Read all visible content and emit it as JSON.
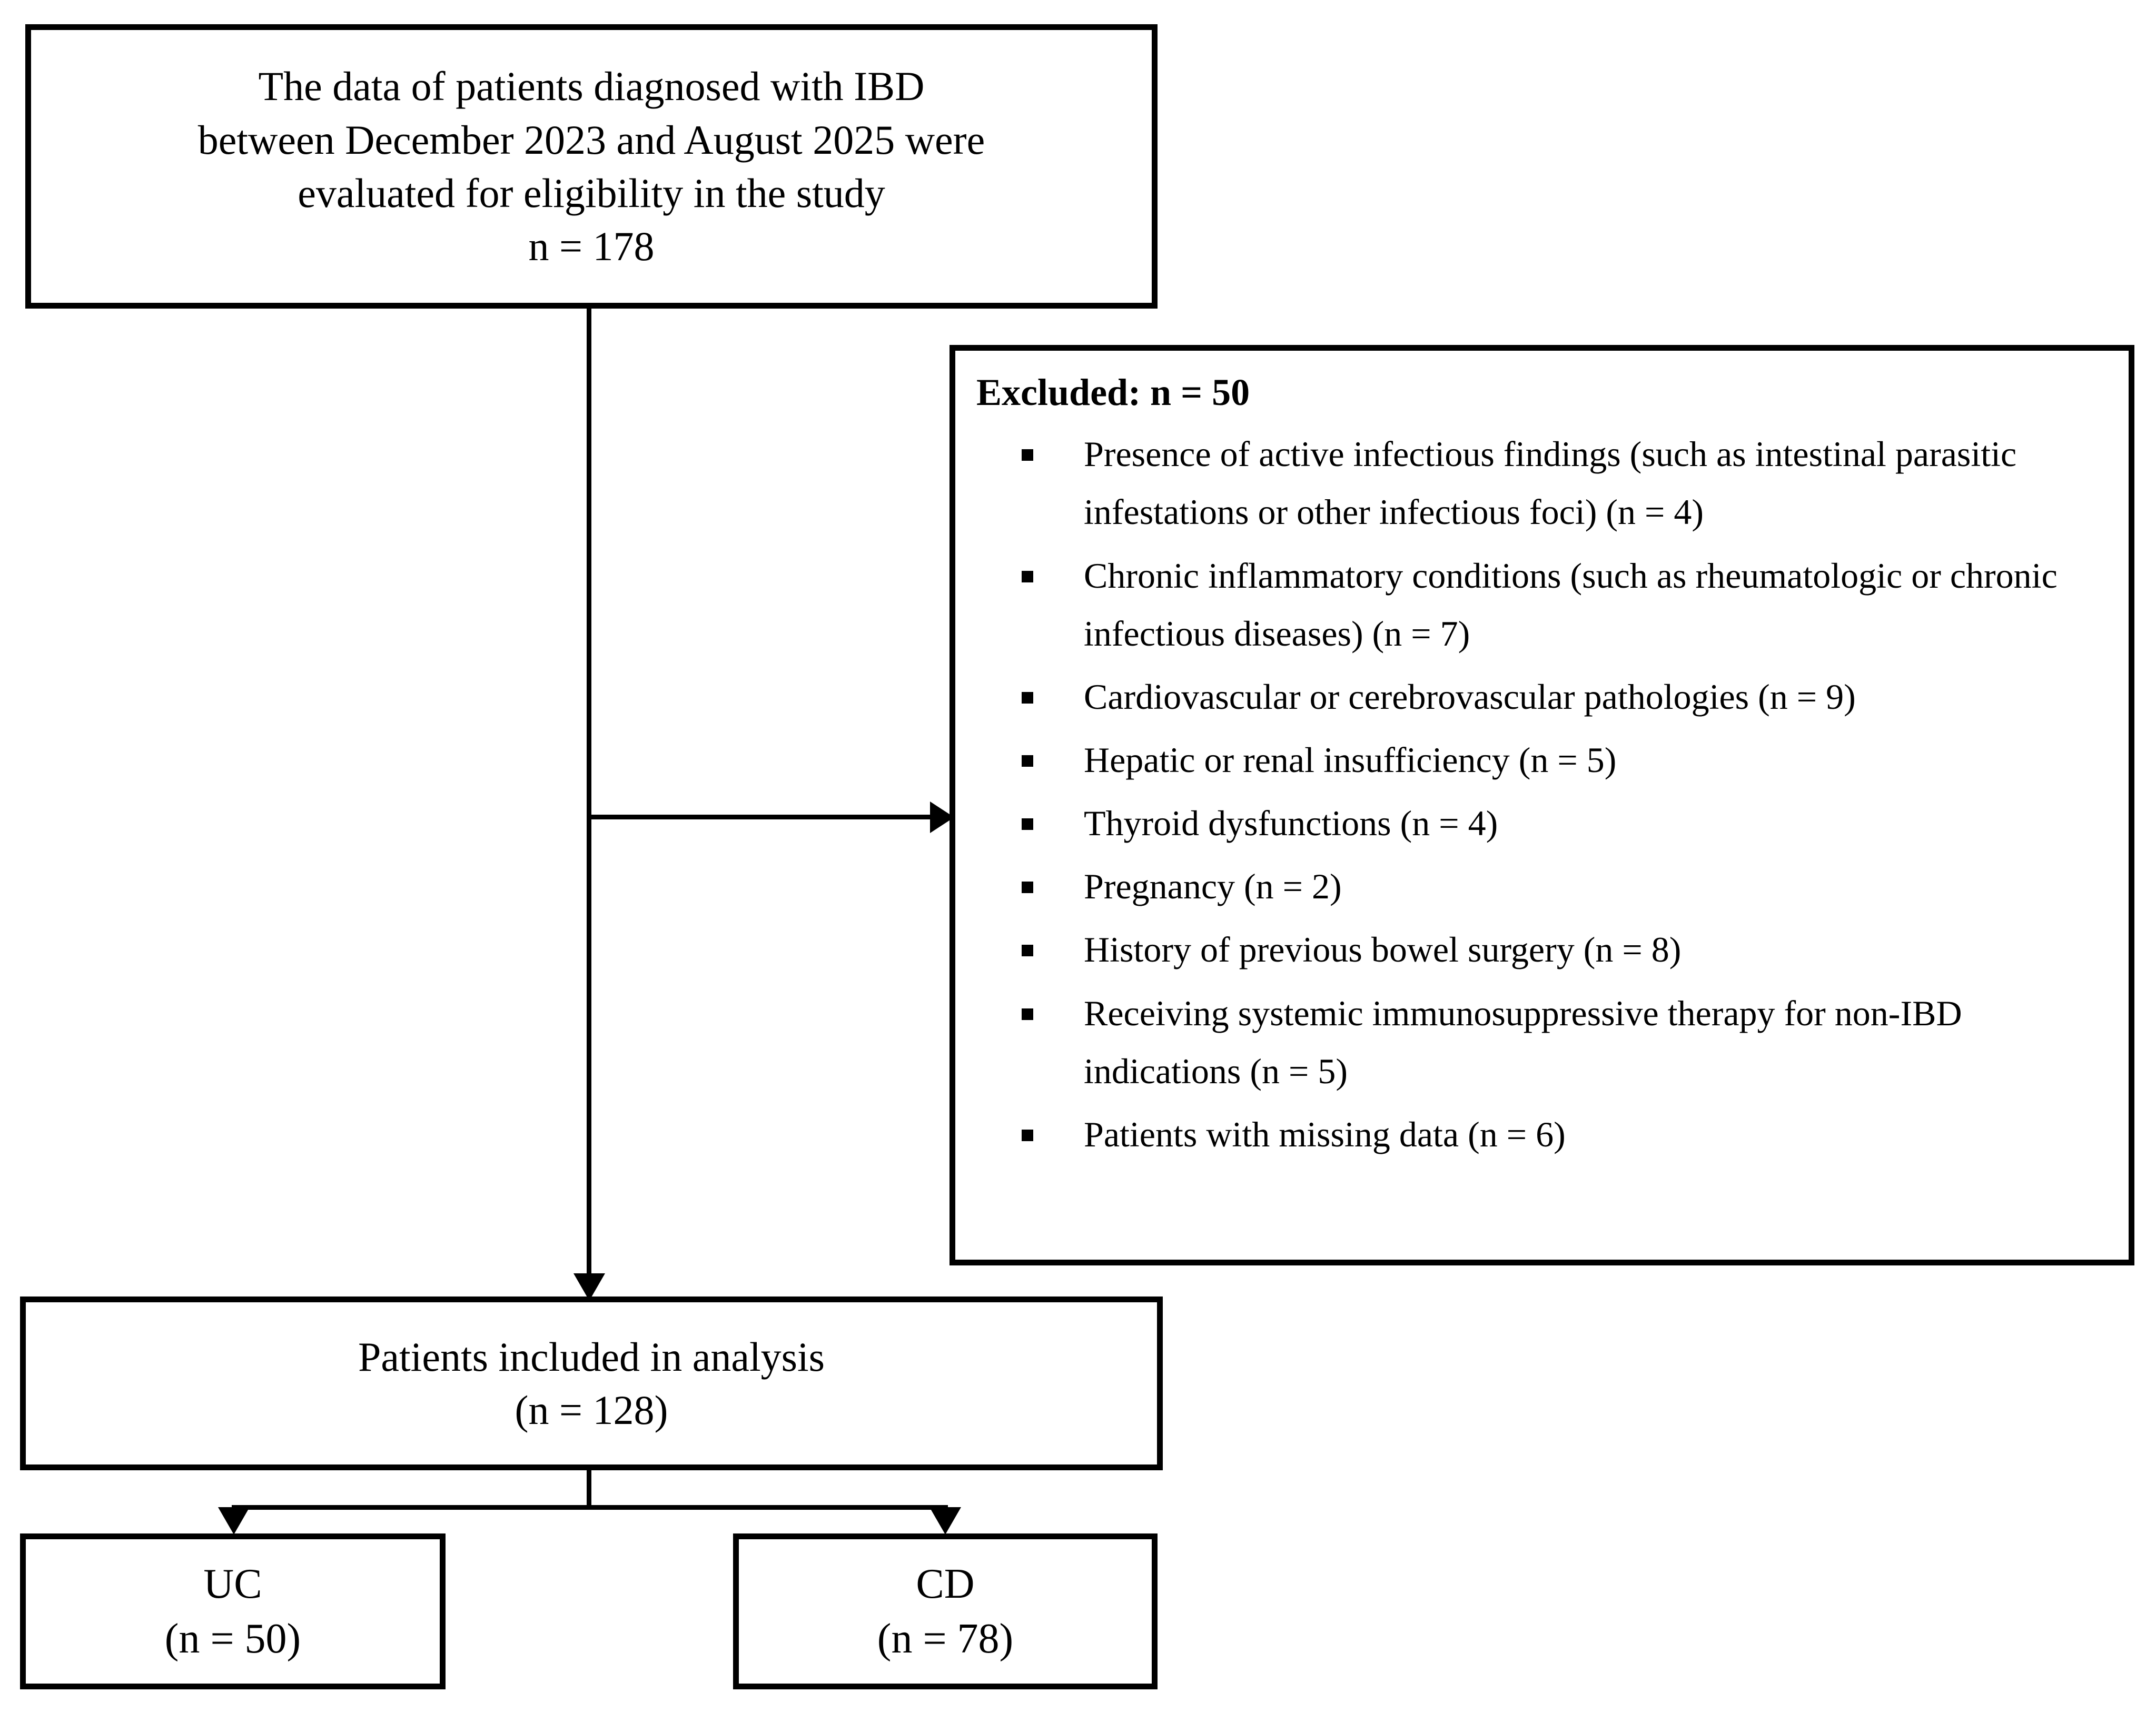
{
  "diagram": {
    "title": "IBD patient selection flow diagram",
    "accent_color": "#000000",
    "background_color": "#ffffff",
    "bullet_glyph": "filled-square"
  },
  "enrollment_box": {
    "text": "The data of patients diagnosed with IBD\nbetween December 2023 and August 2025 were\nevaluated for eligibility in the study\nn = 178",
    "count": 178
  },
  "excluded_box": {
    "heading": "Excluded: n = 50",
    "total_excluded": 50,
    "reasons": [
      {
        "text": "Presence of active infectious findings (such as intestinal parasitic infestations or other infectious foci) (n = 4)",
        "n": 4
      },
      {
        "text": "Chronic inflammatory conditions (such as rheumatologic or chronic infectious diseases) (n = 7)",
        "n": 7
      },
      {
        "text": "Cardiovascular or cerebrovascular pathologies (n = 9)",
        "n": 9
      },
      {
        "text": "Hepatic or renal insufficiency (n = 5)",
        "n": 5
      },
      {
        "text": "Thyroid dysfunctions (n = 4)",
        "n": 4
      },
      {
        "text": "Pregnancy (n = 2)",
        "n": 2
      },
      {
        "text": "History of previous bowel surgery (n = 8)",
        "n": 8
      },
      {
        "text": "Receiving systemic immunosuppressive therapy for non-IBD indications (n = 5)",
        "n": 5
      },
      {
        "text": "Patients with missing data (n = 6)",
        "n": 6
      }
    ]
  },
  "included_box": {
    "text": "Patients included in analysis\n(n = 128)",
    "count": 128
  },
  "group_boxes": [
    {
      "label": "UC",
      "text": "UC\n(n = 50)",
      "count": 50
    },
    {
      "label": "CD",
      "text": "CD\n(n = 78)",
      "count": 78
    }
  ]
}
